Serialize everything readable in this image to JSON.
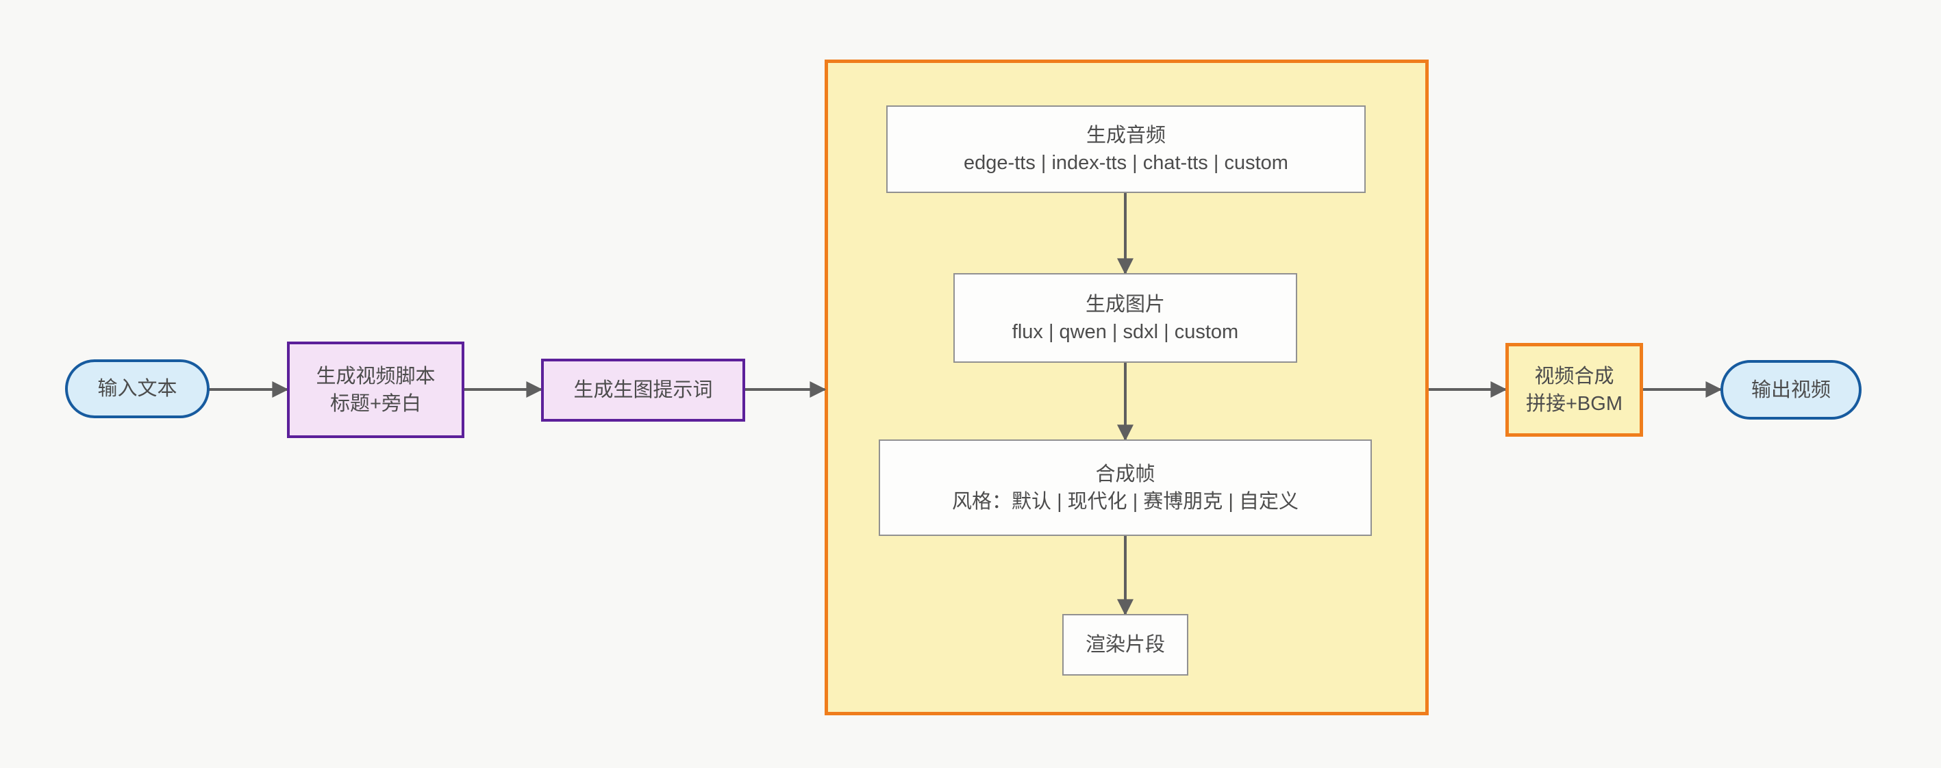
{
  "colors": {
    "background": "#f8f8f6",
    "stadium_fill": "#d9edf9",
    "stadium_border": "#175b9f",
    "purple_fill": "#f4e2f6",
    "purple_border": "#5c209a",
    "yellow_fill": "#fbf2ba",
    "orange_border": "#ef7d1c",
    "inner_fill": "#fdfdfc",
    "inner_border": "#919191",
    "arrow": "#5f5f5f",
    "text": "#4c4c4c"
  },
  "nodes": {
    "input_text": {
      "label": "输入文本"
    },
    "script": {
      "title": "生成视频脚本",
      "subtitle": "标题+旁白"
    },
    "prompt": {
      "label": "生成生图提示词"
    },
    "audio": {
      "title": "生成音频",
      "subtitle": "edge-tts | index-tts | chat-tts | custom"
    },
    "image": {
      "title": "生成图片",
      "subtitle": "flux | qwen | sdxl | custom"
    },
    "frames": {
      "title": "合成帧",
      "subtitle": "风格：默认 | 现代化 | 赛博朋克 | 自定义"
    },
    "render": {
      "label": "渲染片段"
    },
    "compose": {
      "title": "视频合成",
      "subtitle": "拼接+BGM"
    },
    "output": {
      "label": "输出视频"
    }
  }
}
